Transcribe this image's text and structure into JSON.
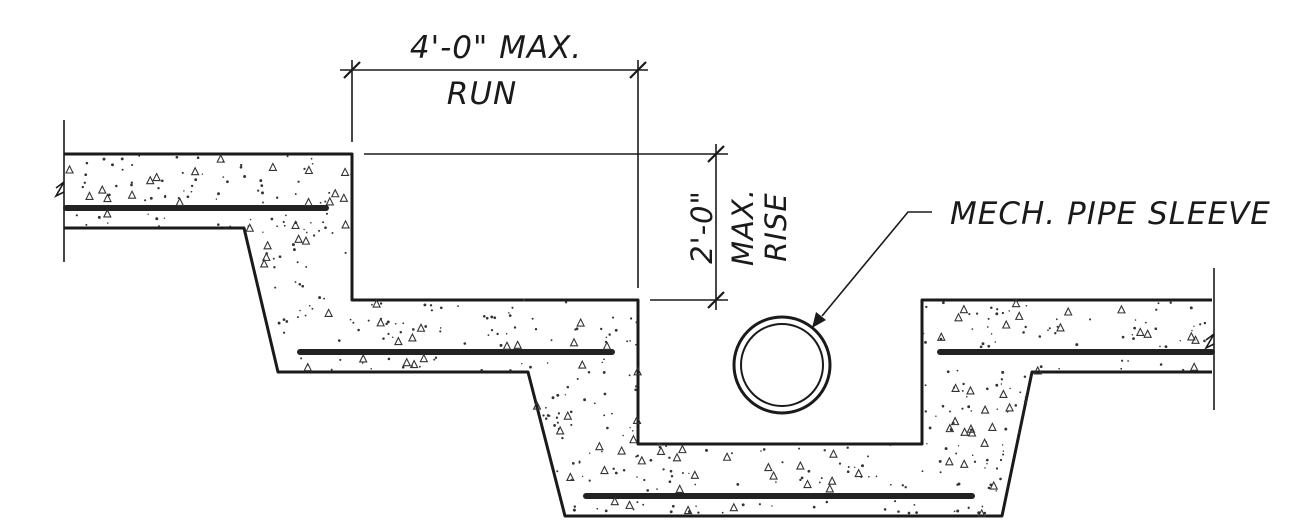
{
  "labels": {
    "run_dim": "4'-0\" MAX.",
    "run_text": "RUN",
    "rise_dim": "2'-0\"",
    "rise_max": "MAX.",
    "rise_text": "RISE",
    "pipe": "MECH. PIPE SLEEVE"
  }
}
